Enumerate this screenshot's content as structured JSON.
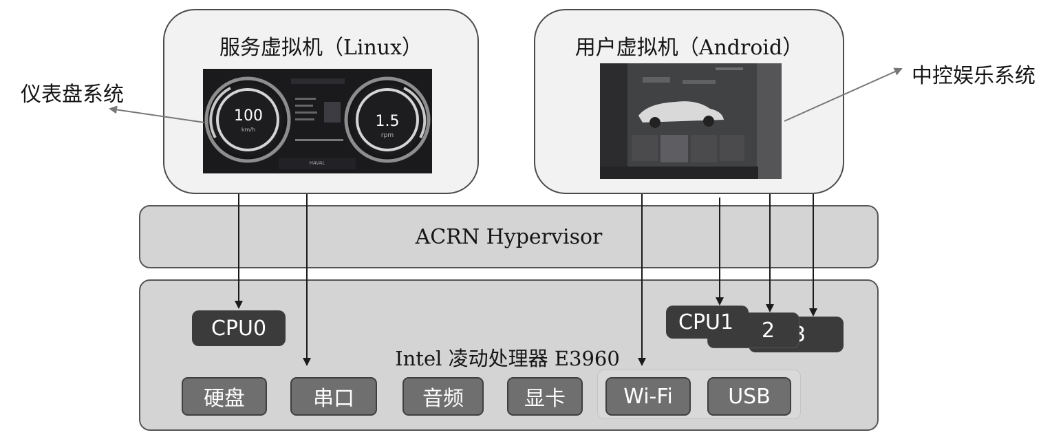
{
  "service_vm": {
    "title": "服务虚拟机（Linux）"
  },
  "user_vm": {
    "title": "用户虚拟机（Android）"
  },
  "callouts": {
    "cluster": "仪表盘系统",
    "infotainment": "中控娱乐系统"
  },
  "cluster_screen": {
    "speed": "100",
    "speed_unit": "km/h",
    "rpm": "1.5",
    "rpm_unit": "rpm",
    "brand": "HAVAL"
  },
  "hypervisor": {
    "label": "ACRN Hypervisor"
  },
  "processor": {
    "label": "Intel 凌动处理器 E3960",
    "cpus": {
      "cpu0": "CPU0",
      "cpu1": "CPU1",
      "cpu2": "2",
      "cpu3": "3"
    },
    "devices": [
      "硬盘",
      "串口",
      "音频",
      "显卡",
      "Wi-Fi",
      "USB"
    ]
  },
  "colors": {
    "box_border": "#4a4a4a",
    "vm_fill": "#f2f2f2",
    "band_fill": "#d4d4d4",
    "chip_dark": "#3b3b3b",
    "device_fill": "#6f6f6f"
  }
}
